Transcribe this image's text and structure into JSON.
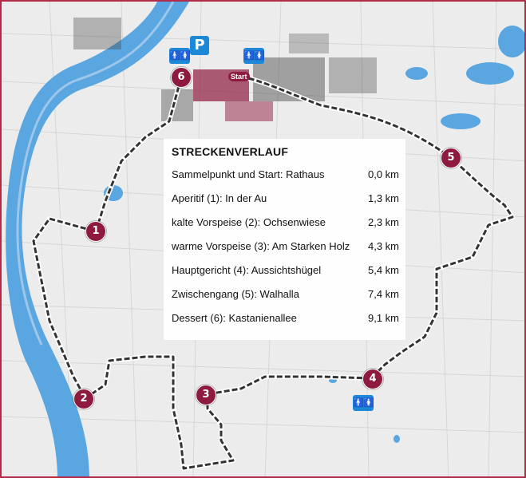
{
  "map": {
    "title": "STRECKENVERLAUF",
    "colors": {
      "frame": "#b22b48",
      "marker": "#8e1b3f",
      "water": "#5aa6e0",
      "route": "#333333",
      "buildings": "#8e1b3f",
      "background": "#ececec"
    },
    "start_label": "Start",
    "markers": [
      {
        "label": "1"
      },
      {
        "label": "2"
      },
      {
        "label": "3"
      },
      {
        "label": "4"
      },
      {
        "label": "5"
      },
      {
        "label": "6"
      }
    ],
    "icons": {
      "parking": {
        "name": "parking-icon",
        "glyph": "P"
      },
      "toilet": {
        "name": "toilet-icon",
        "glyph": "🚹🚺"
      }
    },
    "route": [
      {
        "name": "Sammelpunkt und Start: Rathaus",
        "distance": "0,0 km"
      },
      {
        "name": "Aperitif (1): In der Au",
        "distance": "1,3 km"
      },
      {
        "name": "kalte Vorspeise (2): Ochsenwiese",
        "distance": "2,3 km"
      },
      {
        "name": "warme Vorspeise (3): Am Starken Holz",
        "distance": "4,3 km"
      },
      {
        "name": "Hauptgericht (4): Aussichtshügel",
        "distance": "5,4 km"
      },
      {
        "name": "Zwischengang (5): Walhalla",
        "distance": "7,4 km"
      },
      {
        "name": "Dessert (6): Kastanienallee",
        "distance": "9,1 km"
      }
    ]
  }
}
